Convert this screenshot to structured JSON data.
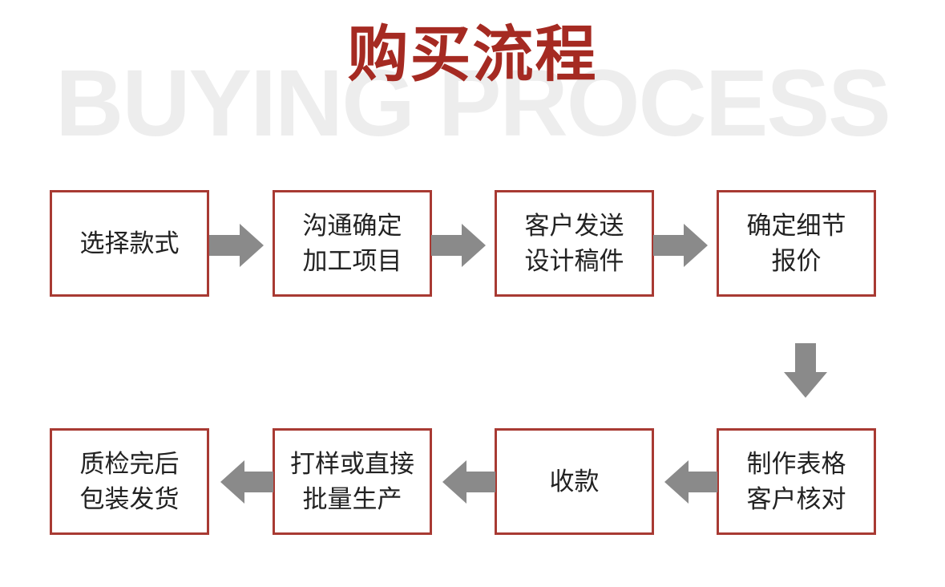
{
  "header": {
    "title": "购买流程",
    "watermark": "BUYING PROCESS"
  },
  "colors": {
    "accent": "#a52a22",
    "border": "#a83a33",
    "arrow": "#8a8a8a",
    "watermark": "#ededed"
  },
  "steps": [
    {
      "lines": [
        "选择款式",
        ""
      ]
    },
    {
      "lines": [
        "沟通确定",
        "加工项目"
      ]
    },
    {
      "lines": [
        "客户发送",
        "设计稿件"
      ]
    },
    {
      "lines": [
        "确定细节",
        "报价"
      ]
    },
    {
      "lines": [
        "制作表格",
        "客户核对"
      ]
    },
    {
      "lines": [
        "收款",
        ""
      ]
    },
    {
      "lines": [
        "打样或直接",
        "批量生产"
      ]
    },
    {
      "lines": [
        "质检完后",
        "包装发货"
      ]
    }
  ]
}
